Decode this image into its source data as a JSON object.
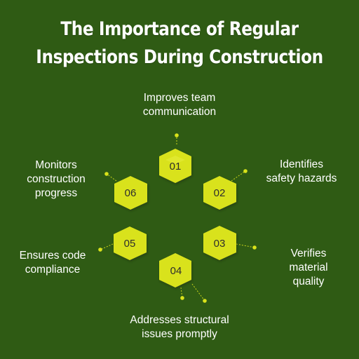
{
  "title": {
    "line1": "The Importance of Regular",
    "line2": "Inspections During Construction"
  },
  "colors": {
    "background": "#2f5b14",
    "hexagon": "#d9e21a",
    "hexagon_shadow": "#a7ad0c",
    "connector": "#c9d31a",
    "text": "#ffffff"
  },
  "steps": [
    {
      "number": "01",
      "line1": "Improves team",
      "line2": "communication"
    },
    {
      "number": "02",
      "line1": "Identifies",
      "line2": "safety hazards"
    },
    {
      "number": "03",
      "line1": "Verifies",
      "line2": "material",
      "line3": "quality"
    },
    {
      "number": "04",
      "line1": "Addresses structural",
      "line2": "issues promptly"
    },
    {
      "number": "05",
      "line1": "Ensures code",
      "line2": "compliance"
    },
    {
      "number": "06",
      "line1": "Monitors",
      "line2": "construction",
      "line3": "progress"
    }
  ]
}
